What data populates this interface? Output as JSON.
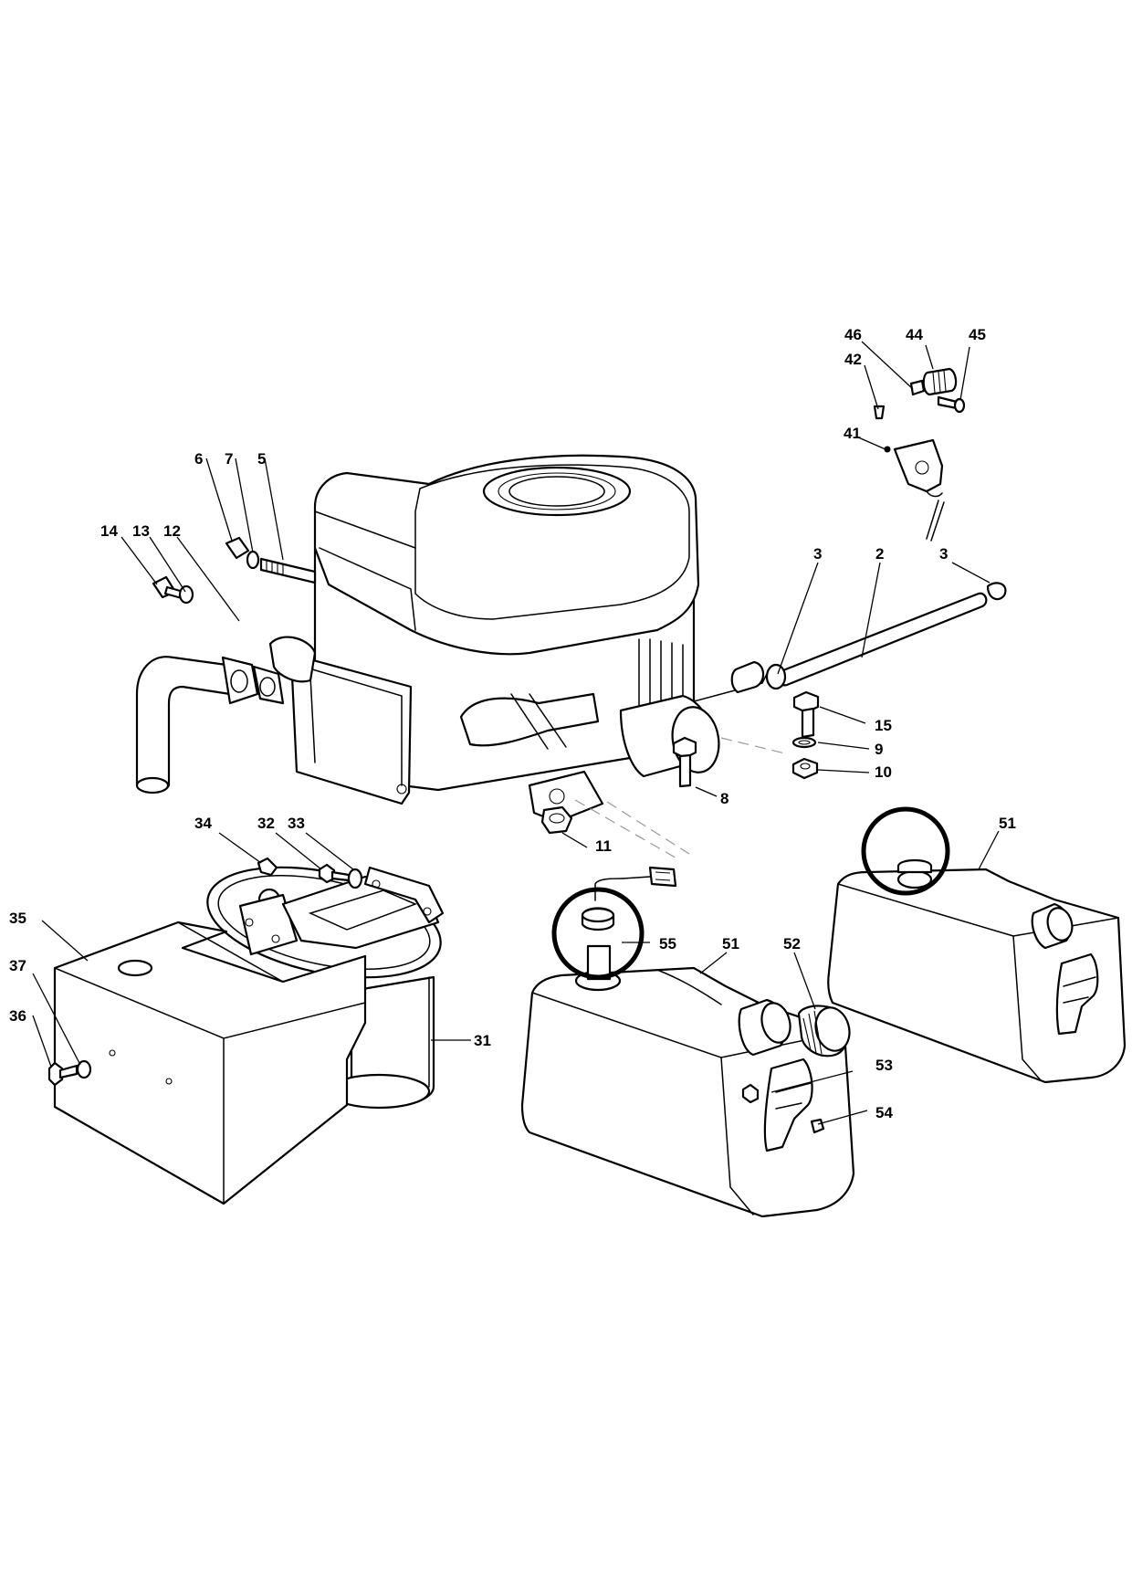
{
  "callouts": [
    {
      "id": "lbl-46",
      "text": "46"
    },
    {
      "id": "lbl-44",
      "text": "44"
    },
    {
      "id": "lbl-45",
      "text": "45"
    },
    {
      "id": "lbl-42",
      "text": "42"
    },
    {
      "id": "lbl-41",
      "text": "41"
    },
    {
      "id": "lbl-6",
      "text": "6"
    },
    {
      "id": "lbl-7",
      "text": "7"
    },
    {
      "id": "lbl-5",
      "text": "5"
    },
    {
      "id": "lbl-14",
      "text": "14"
    },
    {
      "id": "lbl-13",
      "text": "13"
    },
    {
      "id": "lbl-12",
      "text": "12"
    },
    {
      "id": "lbl-3a",
      "text": "3"
    },
    {
      "id": "lbl-2",
      "text": "2"
    },
    {
      "id": "lbl-3b",
      "text": "3"
    },
    {
      "id": "lbl-15",
      "text": "15"
    },
    {
      "id": "lbl-9",
      "text": "9"
    },
    {
      "id": "lbl-10",
      "text": "10"
    },
    {
      "id": "lbl-8",
      "text": "8"
    },
    {
      "id": "lbl-11",
      "text": "11"
    },
    {
      "id": "lbl-34",
      "text": "34"
    },
    {
      "id": "lbl-32",
      "text": "32"
    },
    {
      "id": "lbl-33",
      "text": "33"
    },
    {
      "id": "lbl-35",
      "text": "35"
    },
    {
      "id": "lbl-37",
      "text": "37"
    },
    {
      "id": "lbl-36",
      "text": "36"
    },
    {
      "id": "lbl-31",
      "text": "31"
    },
    {
      "id": "lbl-51a",
      "text": "51"
    },
    {
      "id": "lbl-51b",
      "text": "51"
    },
    {
      "id": "lbl-52",
      "text": "52"
    },
    {
      "id": "lbl-55",
      "text": "55"
    },
    {
      "id": "lbl-53",
      "text": "53"
    },
    {
      "id": "lbl-54",
      "text": "54"
    }
  ]
}
